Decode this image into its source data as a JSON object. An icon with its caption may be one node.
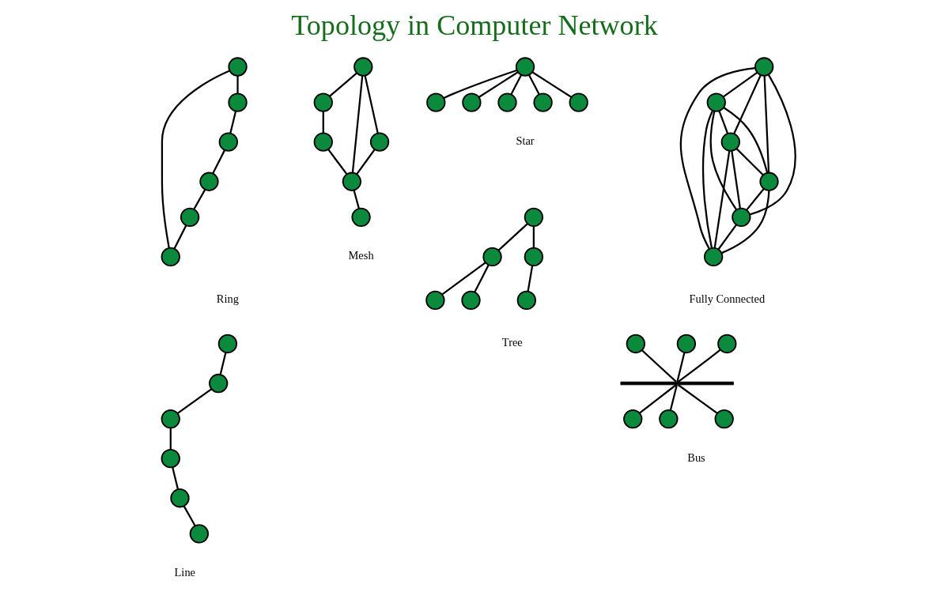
{
  "diagram": {
    "title": "Topology in Computer Network",
    "nodes": [
      {
        "text": [],
        "shape": "circle"
      },
      {
        "text": [],
        "shape": "circle"
      },
      {
        "text": [],
        "shape": "circle"
      },
      {
        "text": [],
        "shape": "circle"
      },
      {
        "text": [],
        "shape": "circle"
      },
      {
        "text": [],
        "shape": "circle"
      },
      {
        "text": [],
        "shape": "circle"
      },
      {
        "text": [],
        "shape": "circle"
      },
      {
        "text": [],
        "shape": "circle"
      },
      {
        "text": [],
        "shape": "circle"
      },
      {
        "text": [],
        "shape": "circle"
      },
      {
        "text": [],
        "shape": "circle"
      },
      {
        "text": [],
        "shape": "circle"
      },
      {
        "text": [],
        "shape": "circle"
      },
      {
        "text": [],
        "shape": "circle"
      },
      {
        "text": [],
        "shape": "circle"
      },
      {
        "text": [],
        "shape": "circle"
      },
      {
        "text": [],
        "shape": "circle"
      },
      {
        "text": [],
        "shape": "circle"
      },
      {
        "text": [],
        "shape": "circle"
      },
      {
        "text": [],
        "shape": "circle"
      },
      {
        "text": [],
        "shape": "circle"
      },
      {
        "text": [],
        "shape": "circle"
      },
      {
        "text": [],
        "shape": "circle"
      },
      {
        "text": [],
        "shape": "circle"
      },
      {
        "text": [],
        "shape": "circle"
      },
      {
        "text": [],
        "shape": "circle"
      },
      {
        "text": [],
        "shape": "circle"
      },
      {
        "text": [],
        "shape": "circle"
      },
      {
        "text": [],
        "shape": "circle"
      },
      {
        "text": [],
        "shape": "circle"
      },
      {
        "text": [],
        "shape": "circle"
      },
      {
        "text": [],
        "shape": "circle"
      },
      {
        "text": [],
        "shape": "circle"
      },
      {
        "text": [],
        "shape": "circle"
      },
      {
        "text": [],
        "shape": "circle"
      },
      {
        "text": [],
        "shape": "circle"
      },
      {
        "text": [],
        "shape": "circle"
      },
      {
        "text": [],
        "shape": "circle"
      },
      {
        "text": [],
        "shape": "bar"
      },
      {
        "text": [],
        "shape": "circle"
      },
      {
        "text": [],
        "shape": "circle"
      },
      {
        "text": [],
        "shape": "circle"
      }
    ],
    "edges": [
      {
        "from": 0,
        "to": 1,
        "arrow": "none"
      },
      {
        "from": 1,
        "to": 3,
        "arrow": "none"
      },
      {
        "from": 3,
        "to": 5,
        "arrow": "none"
      },
      {
        "from": 5,
        "to": 4,
        "arrow": "none"
      },
      {
        "from": 4,
        "to": 2,
        "arrow": "none"
      },
      {
        "from": 2,
        "to": 0,
        "arrow": "none"
      },
      {
        "from": 6,
        "to": 7,
        "arrow": "none"
      },
      {
        "from": 6,
        "to": 8,
        "arrow": "none"
      },
      {
        "from": 6,
        "to": 10,
        "arrow": "none"
      },
      {
        "from": 8,
        "to": 10,
        "arrow": "none"
      },
      {
        "from": 7,
        "to": 9,
        "arrow": "none"
      },
      {
        "from": 9,
        "to": 10,
        "arrow": "none"
      },
      {
        "from": 10,
        "to": 11,
        "arrow": "none"
      },
      {
        "from": 14,
        "to": 12,
        "arrow": "none"
      },
      {
        "from": 14,
        "to": 13,
        "arrow": "none"
      },
      {
        "from": 14,
        "to": 15,
        "arrow": "none"
      },
      {
        "from": 14,
        "to": 16,
        "arrow": "none"
      },
      {
        "from": 14,
        "to": 17,
        "arrow": "none"
      },
      {
        "from": 18,
        "to": 19,
        "arrow": "none"
      },
      {
        "from": 18,
        "to": 20,
        "arrow": "none"
      },
      {
        "from": 18,
        "to": 21,
        "arrow": "none"
      },
      {
        "from": 18,
        "to": 22,
        "arrow": "none"
      },
      {
        "from": 18,
        "to": 23,
        "arrow": "none"
      },
      {
        "from": 19,
        "to": 20,
        "arrow": "none"
      },
      {
        "from": 19,
        "to": 21,
        "arrow": "none"
      },
      {
        "from": 19,
        "to": 22,
        "arrow": "none"
      },
      {
        "from": 19,
        "to": 23,
        "arrow": "none"
      },
      {
        "from": 20,
        "to": 21,
        "arrow": "none"
      },
      {
        "from": 20,
        "to": 22,
        "arrow": "none"
      },
      {
        "from": 20,
        "to": 23,
        "arrow": "none"
      },
      {
        "from": 21,
        "to": 22,
        "arrow": "none"
      },
      {
        "from": 21,
        "to": 23,
        "arrow": "none"
      },
      {
        "from": 22,
        "to": 23,
        "arrow": "none"
      },
      {
        "from": 24,
        "to": 25,
        "arrow": "none"
      },
      {
        "from": 25,
        "to": 26,
        "arrow": "none"
      },
      {
        "from": 26,
        "to": 27,
        "arrow": "none"
      },
      {
        "from": 27,
        "to": 28,
        "arrow": "none"
      },
      {
        "from": 28,
        "to": 29,
        "arrow": "none"
      },
      {
        "from": 33,
        "to": 30,
        "arrow": "none"
      },
      {
        "from": 33,
        "to": 31,
        "arrow": "none"
      },
      {
        "from": 35,
        "to": 33,
        "arrow": "none"
      },
      {
        "from": 35,
        "to": 34,
        "arrow": "none"
      },
      {
        "from": 34,
        "to": 32,
        "arrow": "none"
      },
      {
        "from": 36,
        "to": 39,
        "arrow": "none"
      },
      {
        "from": 37,
        "to": 39,
        "arrow": "none"
      },
      {
        "from": 38,
        "to": 39,
        "arrow": "none"
      },
      {
        "from": 39,
        "to": 40,
        "arrow": "none"
      },
      {
        "from": 39,
        "to": 41,
        "arrow": "none"
      },
      {
        "from": 39,
        "to": 42,
        "arrow": "none"
      }
    ],
    "labels": [
      "Ring",
      "Mesh",
      "Star",
      "Fully Connected",
      "Line",
      "Tree",
      "Bus"
    ]
  }
}
